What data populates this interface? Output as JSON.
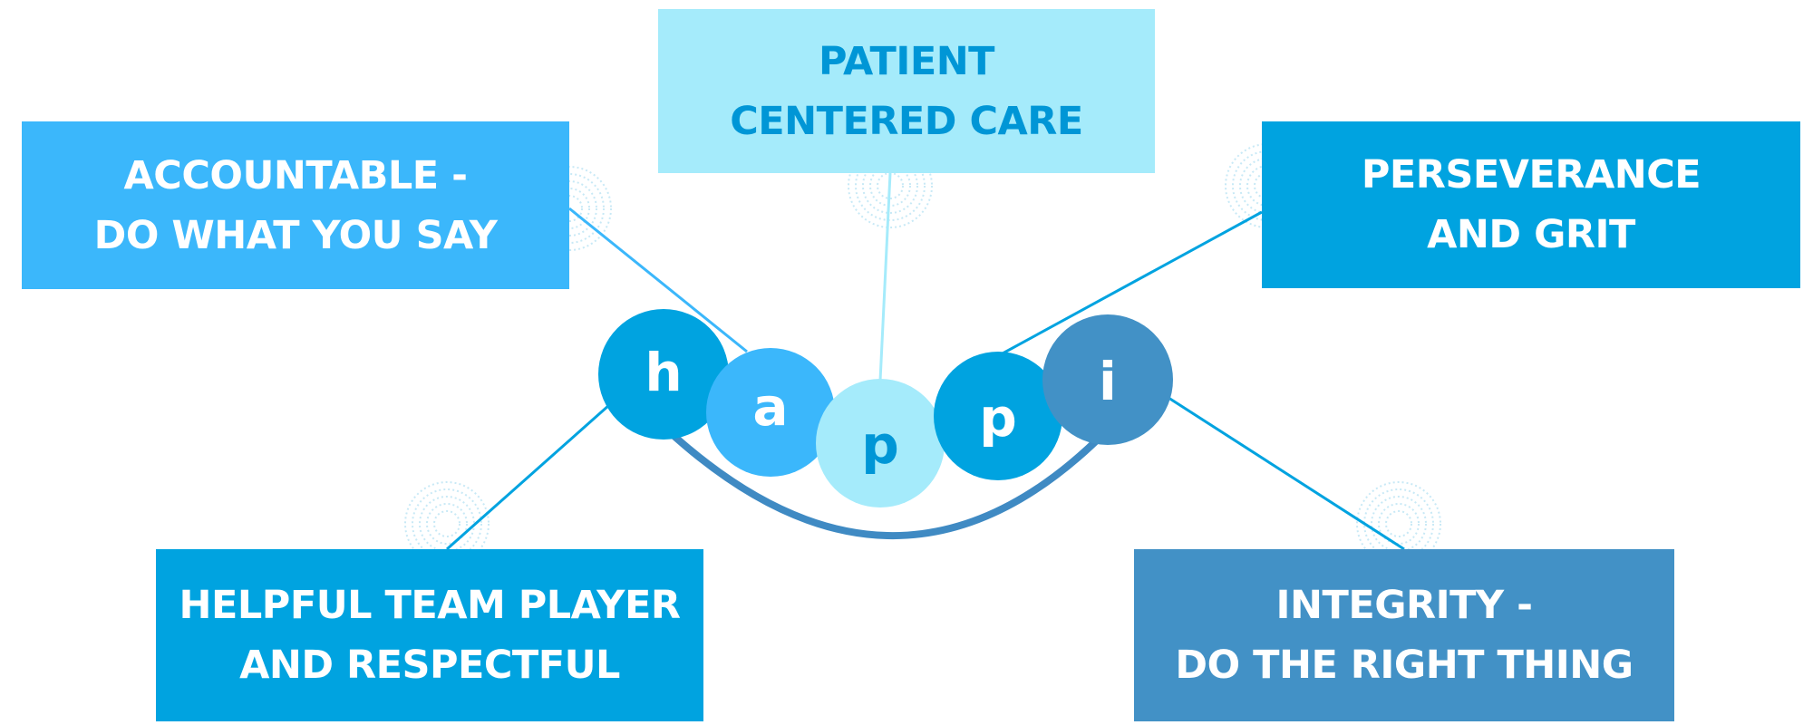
{
  "colors": {
    "sky": "#3bb7fb",
    "blue": "#00a3e0",
    "pale": "#a5ebfb",
    "steel": "#4291c6",
    "pale_text": "#0096d6",
    "white_text": "#ffffff",
    "swing_arc": "#3f8ac3",
    "rings": "#c8e9f6"
  },
  "center_word": {
    "letters": [
      {
        "char": "h",
        "color": "#00a3e0"
      },
      {
        "char": "a",
        "color": "#3bb7fb"
      },
      {
        "char": "p",
        "color": "#a5ebfb",
        "text_color": "#0096d6"
      },
      {
        "char": "p",
        "color": "#00a3e0"
      },
      {
        "char": "i",
        "color": "#4291c6"
      }
    ]
  },
  "values": {
    "patient": {
      "lines": [
        "PATIENT",
        "CENTERED CARE"
      ],
      "fill": "#a5ebfb",
      "text_color": "#0096d6"
    },
    "accountable": {
      "lines": [
        "ACCOUNTABLE -",
        "DO WHAT YOU SAY"
      ],
      "fill": "#3bb7fb",
      "text_color": "#ffffff"
    },
    "perseverance": {
      "lines": [
        "PERSEVERANCE",
        "AND GRIT"
      ],
      "fill": "#00a3e0",
      "text_color": "#ffffff"
    },
    "helpful": {
      "lines": [
        "HELPFUL TEAM PLAYER",
        "AND RESPECTFUL"
      ],
      "fill": "#00a3e0",
      "text_color": "#ffffff"
    },
    "integrity": {
      "lines": [
        "INTEGRITY -",
        "DO THE RIGHT THING"
      ],
      "fill": "#4291c6",
      "text_color": "#ffffff"
    }
  }
}
